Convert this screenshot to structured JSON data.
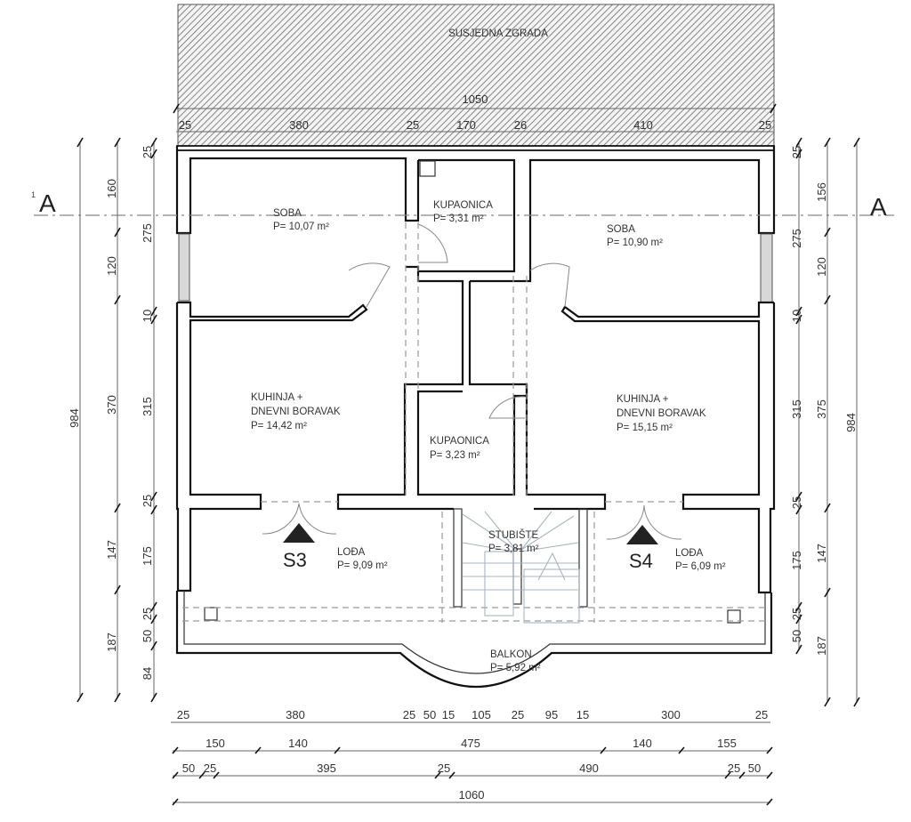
{
  "neighbor_building": {
    "label": "SUSJEDNA ZGRADA"
  },
  "section_markers": {
    "left": "A",
    "right": "A",
    "superscript": "1"
  },
  "rooms": [
    {
      "id": "soba-left",
      "name": "SOBA",
      "area": "P= 10,07 m²"
    },
    {
      "id": "kupaonica-top",
      "name": "KUPAONICA",
      "area": "P= 3,31 m²"
    },
    {
      "id": "soba-right",
      "name": "SOBA",
      "area": "P= 10,90 m²"
    },
    {
      "id": "kuhinja-left",
      "name_line1": "KUHINJA +",
      "name_line2": "DNEVNI BORAVAK",
      "area": "P= 14,42 m²"
    },
    {
      "id": "kupaonica-mid",
      "name": "KUPAONICA",
      "area": "P= 3,23 m²"
    },
    {
      "id": "kuhinja-right",
      "name_line1": "KUHINJA +",
      "name_line2": "DNEVNI BORAVAK",
      "area": "P= 15,15 m²"
    },
    {
      "id": "loda-left",
      "name": "LOĐA",
      "area": "P= 9,09 m²"
    },
    {
      "id": "stubiste",
      "name": "STUBIŠTE",
      "area": "P= 3,81 m²"
    },
    {
      "id": "loda-right",
      "name": "LOĐA",
      "area": "P= 6,09 m²"
    },
    {
      "id": "balkon",
      "name": "BALKON",
      "area": "P= 5,92 m²"
    }
  ],
  "unit_markers": [
    "S3",
    "S4"
  ],
  "dimensions": {
    "top_total": "1050",
    "top_chain": [
      "25",
      "380",
      "25",
      "170",
      "26",
      "410",
      "25"
    ],
    "left_outer": "984",
    "left_middle": [
      "160",
      "120",
      "370",
      "147",
      "187"
    ],
    "left_inner": [
      "25",
      "275",
      "10",
      "315",
      "25",
      "175",
      "25",
      "50",
      "84"
    ],
    "right_inner": [
      "25",
      "275",
      "10",
      "315",
      "25",
      "175",
      "25",
      "50"
    ],
    "right_middle": [
      "156",
      "120",
      "375",
      "147",
      "187"
    ],
    "right_outer": "984",
    "bottom_row1": [
      "25",
      "380",
      "25",
      "50",
      "15",
      "105",
      "25",
      "95",
      "15",
      "300",
      "25"
    ],
    "bottom_row2": [
      "150",
      "140",
      "475",
      "140",
      "155"
    ],
    "bottom_row3": [
      "50",
      "25",
      "395",
      "25",
      "490",
      "25",
      "50"
    ],
    "bottom_total": "1060"
  }
}
